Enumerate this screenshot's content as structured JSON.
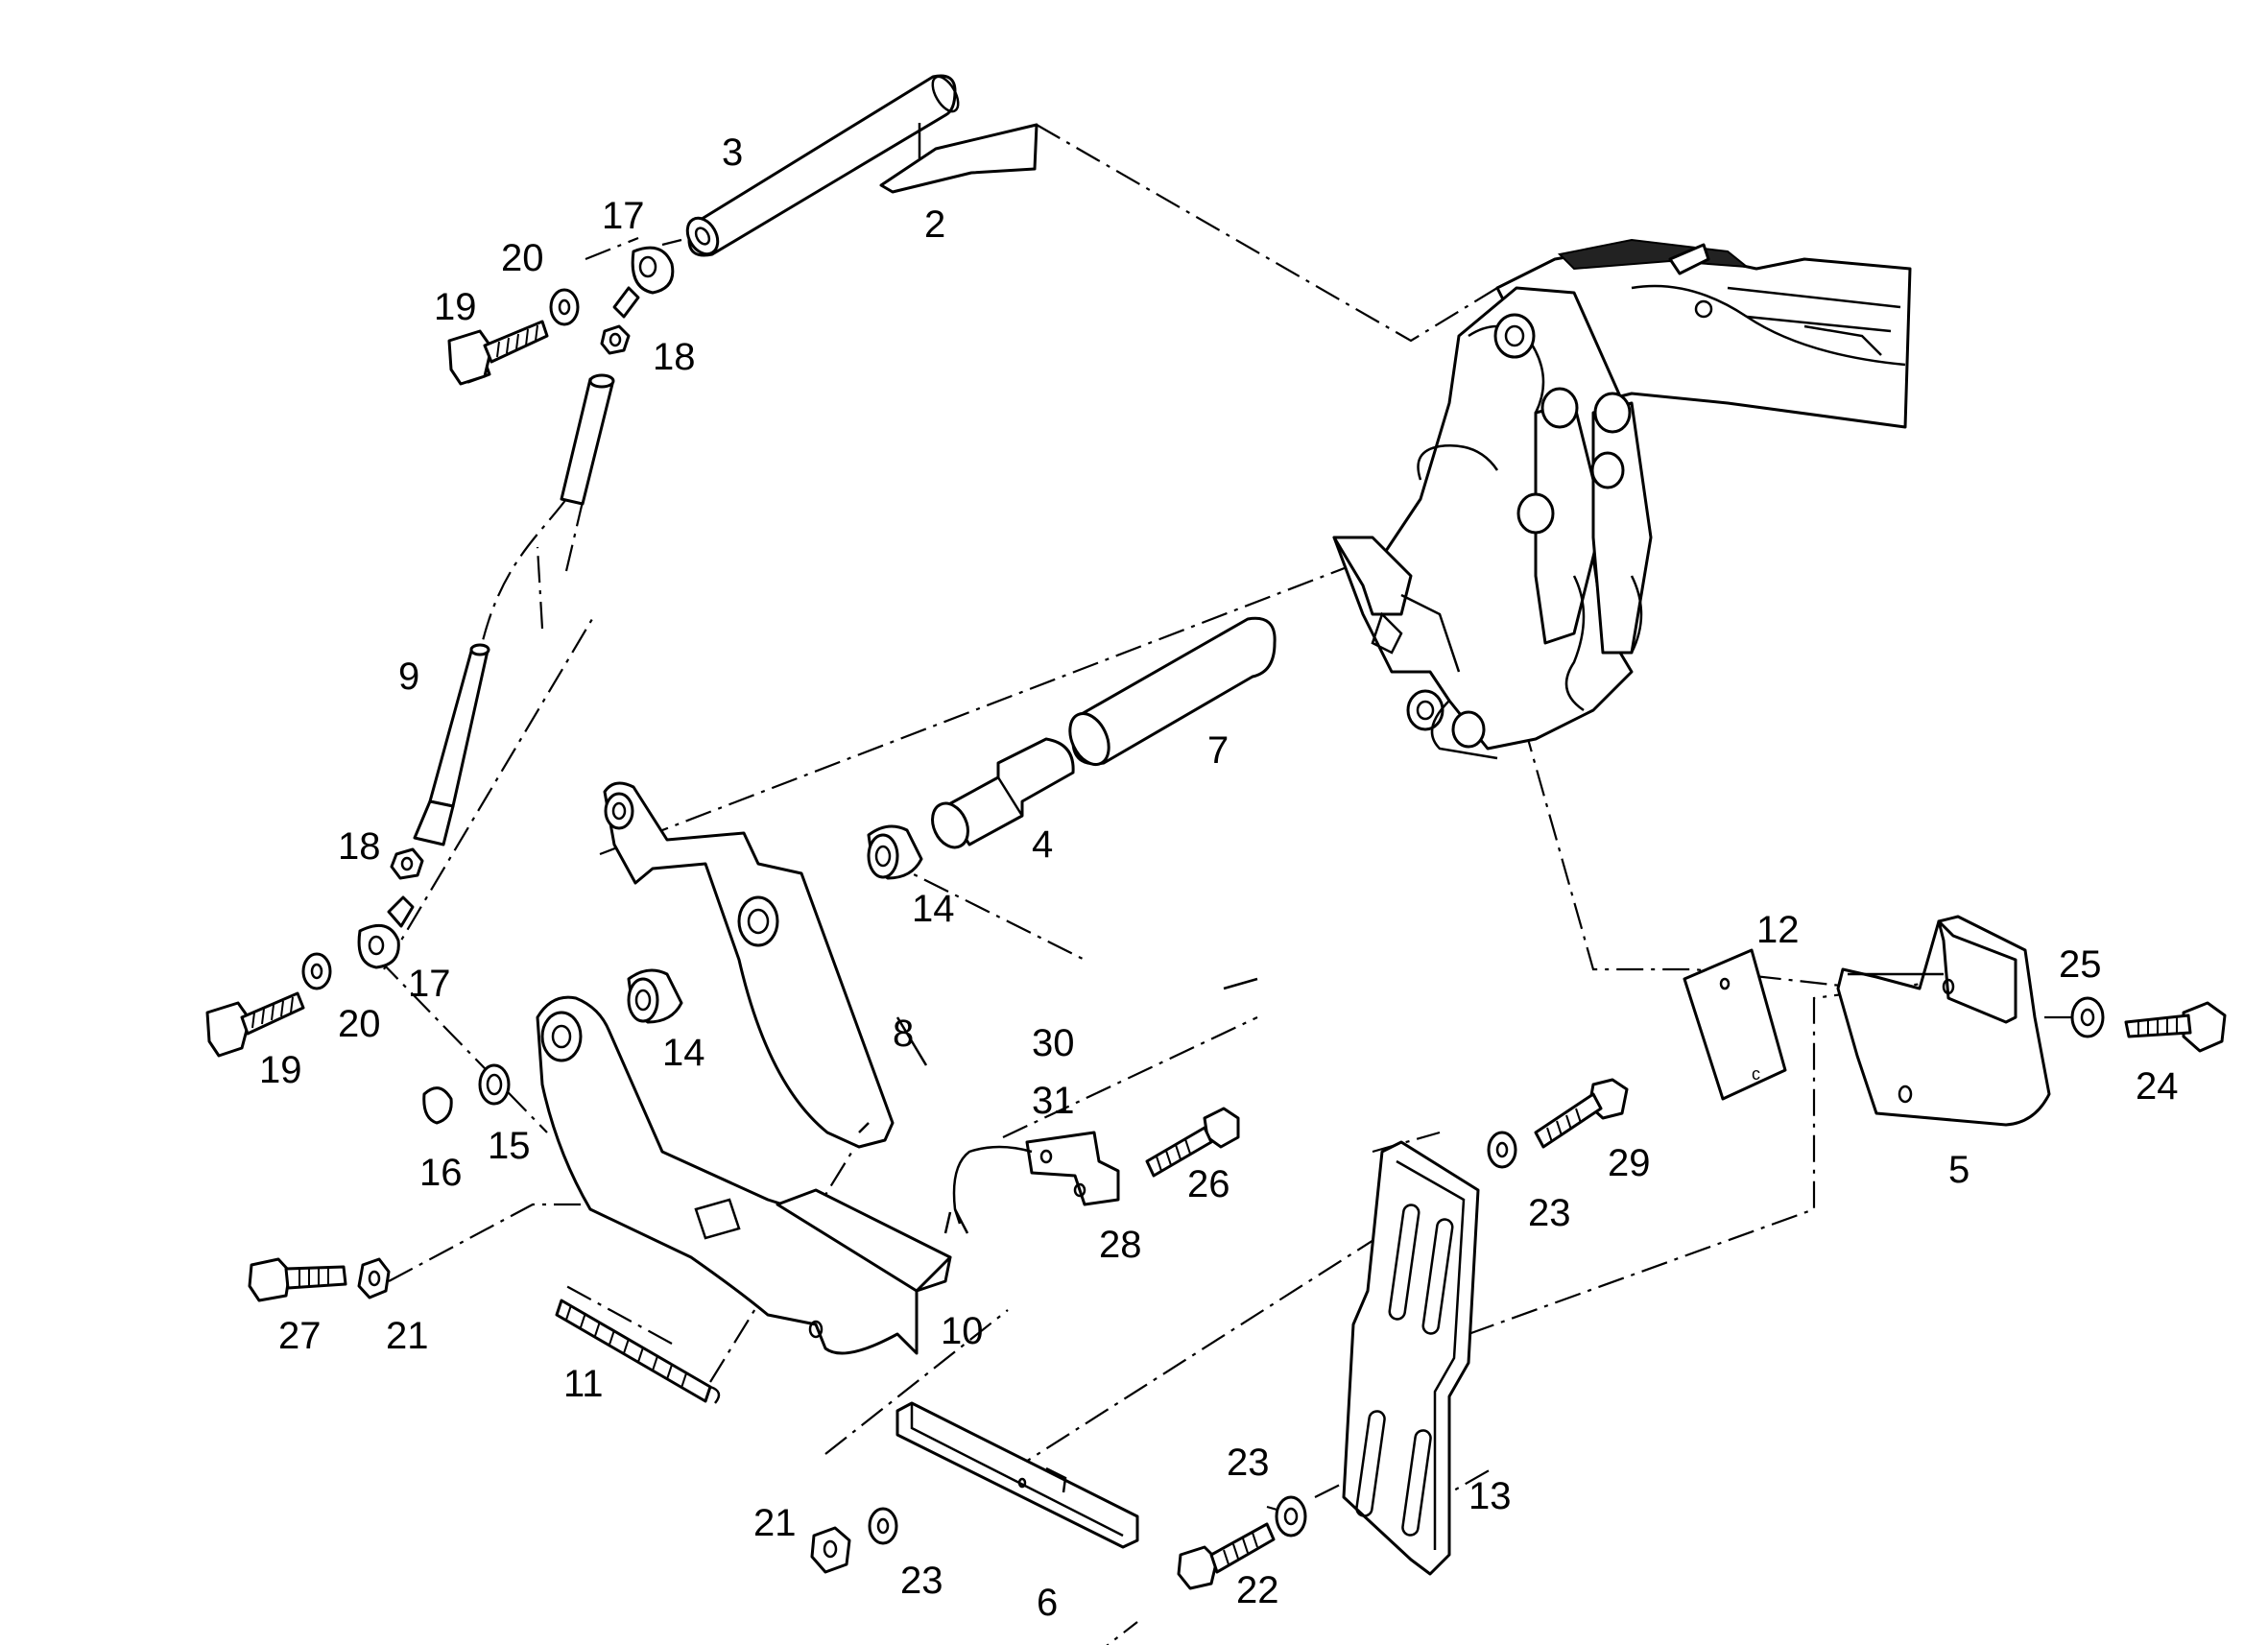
{
  "diagram": {
    "callouts": [
      {
        "id": "c2",
        "text": "2"
      },
      {
        "id": "c3",
        "text": "3"
      },
      {
        "id": "c4",
        "text": "4"
      },
      {
        "id": "c5",
        "text": "5"
      },
      {
        "id": "c6",
        "text": "6"
      },
      {
        "id": "c7",
        "text": "7"
      },
      {
        "id": "c8",
        "text": "8"
      },
      {
        "id": "c9",
        "text": "9"
      },
      {
        "id": "c10",
        "text": "10"
      },
      {
        "id": "c11",
        "text": "11"
      },
      {
        "id": "c12",
        "text": "12"
      },
      {
        "id": "c13",
        "text": "13"
      },
      {
        "id": "c14a",
        "text": "14"
      },
      {
        "id": "c14b",
        "text": "14"
      },
      {
        "id": "c15",
        "text": "15"
      },
      {
        "id": "c16",
        "text": "16"
      },
      {
        "id": "c17a",
        "text": "17"
      },
      {
        "id": "c17b",
        "text": "17"
      },
      {
        "id": "c18a",
        "text": "18"
      },
      {
        "id": "c18b",
        "text": "18"
      },
      {
        "id": "c19a",
        "text": "19"
      },
      {
        "id": "c19b",
        "text": "19"
      },
      {
        "id": "c20a",
        "text": "20"
      },
      {
        "id": "c20b",
        "text": "20"
      },
      {
        "id": "c21a",
        "text": "21"
      },
      {
        "id": "c21b",
        "text": "21"
      },
      {
        "id": "c22",
        "text": "22"
      },
      {
        "id": "c23a",
        "text": "23"
      },
      {
        "id": "c23b",
        "text": "23"
      },
      {
        "id": "c23c",
        "text": "23"
      },
      {
        "id": "c24",
        "text": "24"
      },
      {
        "id": "c25",
        "text": "25"
      },
      {
        "id": "c26",
        "text": "26"
      },
      {
        "id": "c27",
        "text": "27"
      },
      {
        "id": "c28",
        "text": "28"
      },
      {
        "id": "c29",
        "text": "29"
      },
      {
        "id": "c30",
        "text": "30"
      },
      {
        "id": "c31",
        "text": "31"
      }
    ]
  },
  "colors": {
    "line": "#000000",
    "background": "#ffffff"
  }
}
